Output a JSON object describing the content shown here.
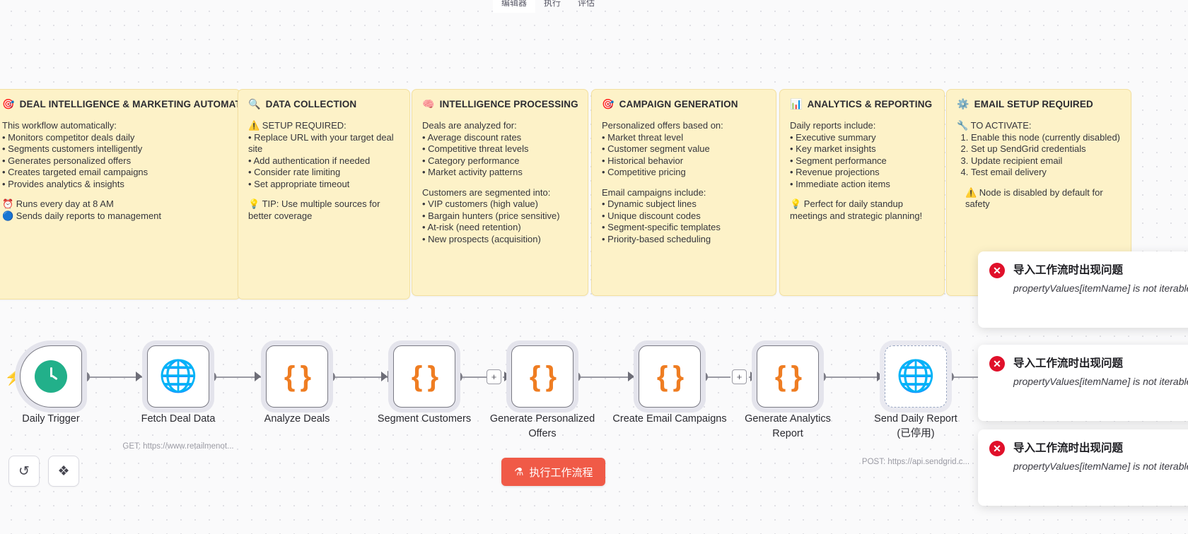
{
  "top_tabs": [
    {
      "label": "编辑器",
      "active": true
    },
    {
      "label": "执行",
      "active": false
    },
    {
      "label": "评估",
      "active": false
    }
  ],
  "notes": [
    {
      "id": "deal-intelligence",
      "icon": "🎯",
      "title": "DEAL INTELLIGENCE & MARKETING AUTOMATION",
      "lines": [
        "This workflow automatically:",
        "• Monitors competitor deals daily",
        "• Segments customers intelligently",
        "• Generates personalized offers",
        "• Creates targeted email campaigns",
        "• Provides analytics & insights",
        "",
        "⏰ Runs every day at 8 AM",
        "🔵 Sends daily reports to management"
      ]
    },
    {
      "id": "data-collection",
      "icon": "🔍",
      "title": "DATA COLLECTION",
      "lines": [
        "⚠️ SETUP REQUIRED:",
        "• Replace URL with your target deal site",
        "• Add authentication if needed",
        "• Consider rate limiting",
        "• Set appropriate timeout",
        "",
        "💡 TIP: Use multiple sources for better coverage"
      ]
    },
    {
      "id": "intelligence-processing",
      "icon": "🧠",
      "title": "INTELLIGENCE PROCESSING",
      "lines": [
        "Deals are analyzed for:",
        "• Average discount rates",
        "• Competitive threat levels",
        "• Category performance",
        "• Market activity patterns",
        "",
        "Customers are segmented into:",
        "• VIP customers (high value)",
        "• Bargain hunters (price sensitive)",
        "• At-risk (need retention)",
        "• New prospects (acquisition)"
      ]
    },
    {
      "id": "campaign-generation",
      "icon": "🎯",
      "title": "CAMPAIGN GENERATION",
      "lines": [
        "Personalized offers based on:",
        "• Market threat level",
        "• Customer segment value",
        "• Historical behavior",
        "• Competitive pricing",
        "",
        "Email campaigns include:",
        "• Dynamic subject lines",
        "• Unique discount codes",
        "• Segment-specific templates",
        "• Priority-based scheduling"
      ]
    },
    {
      "id": "analytics-reporting",
      "icon": "📊",
      "title": "ANALYTICS & REPORTING",
      "lines": [
        "Daily reports include:",
        "• Executive summary",
        "• Key market insights",
        "• Segment performance",
        "• Revenue projections",
        "• Immediate action items",
        "",
        "💡 Perfect for daily standup meetings and strategic planning!"
      ]
    },
    {
      "id": "email-setup-required",
      "icon": "⚙️",
      "title": "EMAIL SETUP REQUIRED",
      "activate_header": "🔧 TO ACTIVATE:",
      "steps": [
        "Enable this node (currently disabled)",
        "Set up SendGrid credentials",
        "Update recipient email",
        "Test email delivery"
      ],
      "footer": "⚠️ Node is disabled by default for safety"
    }
  ],
  "flow": {
    "nodes": [
      {
        "id": "daily-trigger",
        "label": "Daily Trigger",
        "sub": "",
        "icon": "clock",
        "shape": "trigger",
        "disabled": false
      },
      {
        "id": "fetch-deal-data",
        "label": "Fetch Deal Data",
        "sub": "GET: https://www.retailmenot...",
        "icon": "globe",
        "shape": "square",
        "disabled": false
      },
      {
        "id": "analyze-deals",
        "label": "Analyze Deals",
        "sub": "",
        "icon": "code",
        "shape": "square",
        "disabled": false
      },
      {
        "id": "segment-customers",
        "label": "Segment Customers",
        "sub": "",
        "icon": "code",
        "shape": "square",
        "disabled": false
      },
      {
        "id": "generate-offers",
        "label": "Generate Personalized Offers",
        "sub": "",
        "icon": "code",
        "shape": "square",
        "disabled": false
      },
      {
        "id": "create-campaigns",
        "label": "Create Email Campaigns",
        "sub": "",
        "icon": "code",
        "shape": "square",
        "disabled": false
      },
      {
        "id": "generate-analytics",
        "label": "Generate Analytics Report",
        "sub": "",
        "icon": "code",
        "shape": "square",
        "disabled": false
      },
      {
        "id": "send-daily-report",
        "label": "Send Daily Report (已停用)",
        "sub": "POST: https://api.sendgrid.c...",
        "icon": "globe-gray",
        "shape": "square",
        "disabled": true
      }
    ],
    "send_report_label_line1": "Send Daily Report",
    "send_report_label_line2": "(已停用)",
    "generate_offers_line1": "Generate Personalized",
    "generate_offers_line2": "Offers",
    "generate_analytics_line1": "Generate Analytics",
    "generate_analytics_line2": "Report",
    "plus_label": "+"
  },
  "toolbar": {
    "undo_icon": "↺",
    "format_icon": "❖",
    "execute_label": "执行工作流程",
    "execute_icon": "⚗"
  },
  "toasts": [
    {
      "title": "导入工作流时出现问题",
      "message": "propertyValues[itemName] is not iterable"
    },
    {
      "title": "导入工作流时出现问题",
      "message": "propertyValues[itemName] is not iterable"
    },
    {
      "title": "导入工作流时出现问题",
      "message": "propertyValues[itemName] is not iterable"
    }
  ],
  "colors": {
    "note_bg": "#fdf2c8",
    "note_border": "#f3e0a0",
    "execute_button": "#f05a47",
    "error_badge": "#e0102a",
    "trigger_green": "#22b08a",
    "code_orange": "#ef7d22",
    "globe_blue": "#2727e0"
  }
}
